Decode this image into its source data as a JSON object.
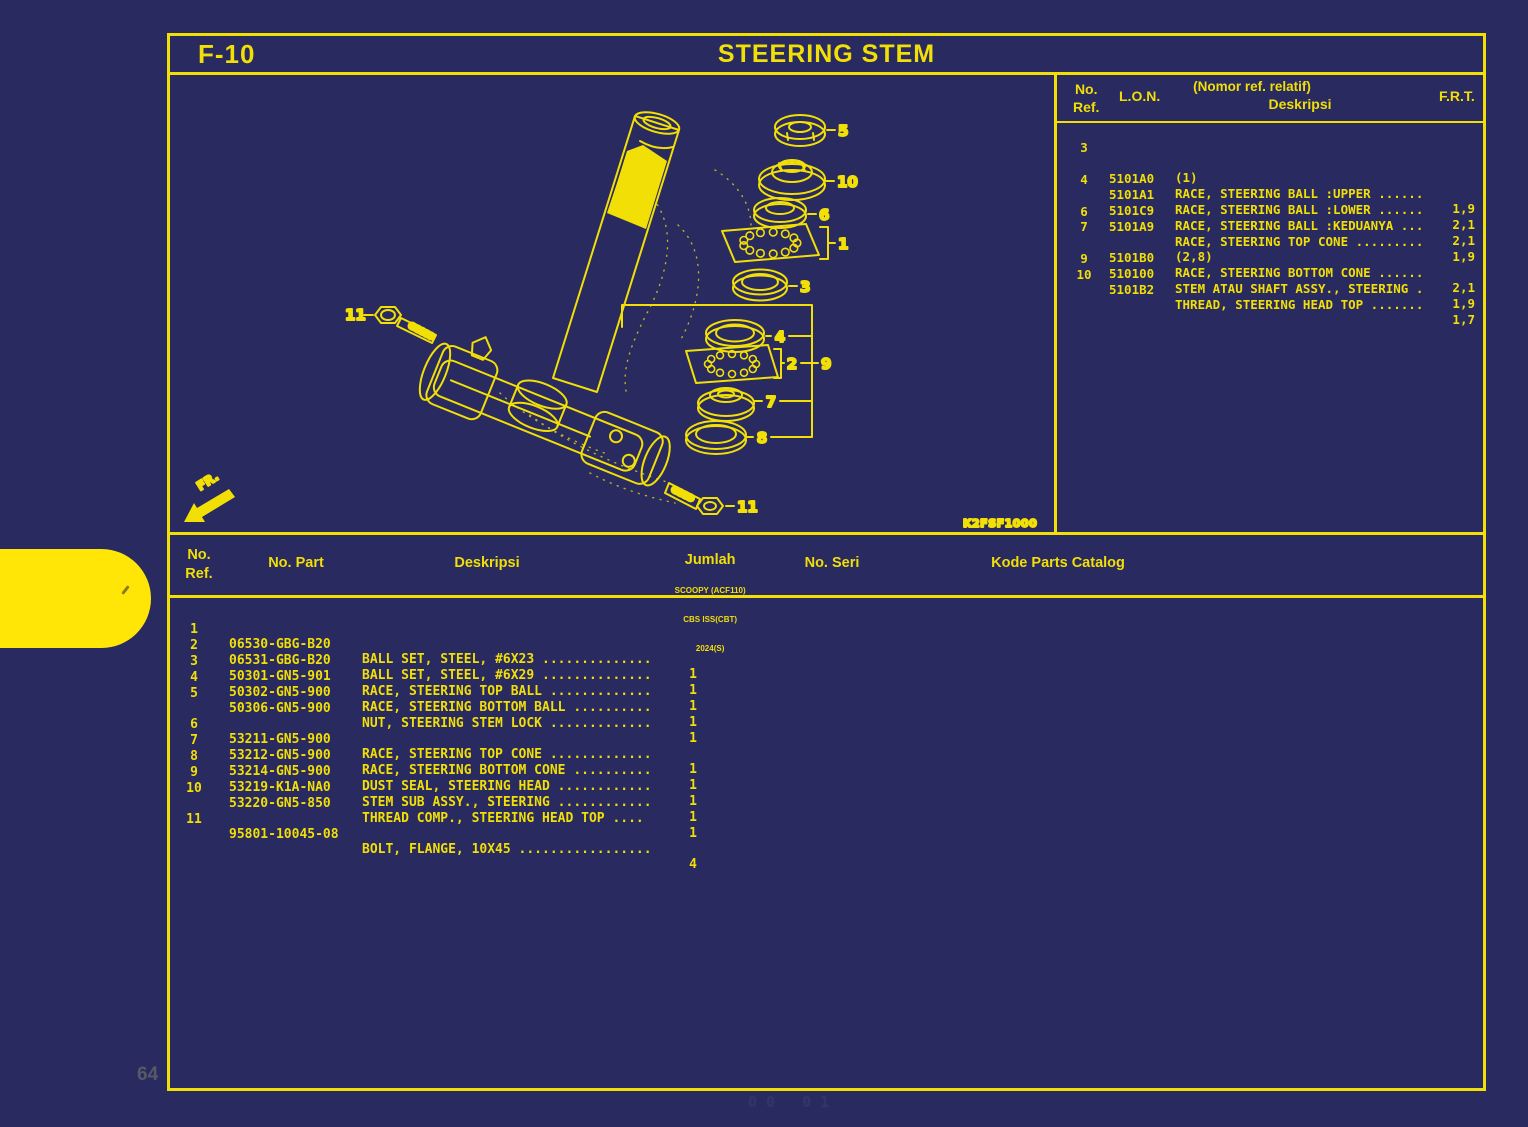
{
  "header": {
    "code": "F-10",
    "title": "STEERING STEM"
  },
  "colors": {
    "bg": "#282A60",
    "accent": "#F2DF06",
    "tab_yellow": "#FFE606",
    "page_number_gray": "#5E5E68",
    "watermark_blue": "#3E4274"
  },
  "diagram": {
    "code": "K2FSF1000",
    "fr_label": "FR.",
    "callouts": {
      "c1": "1",
      "c2": "2",
      "c3": "3",
      "c4": "4",
      "c5": "5",
      "c6": "6",
      "c7": "7",
      "c8": "8",
      "c9": "9",
      "c10": "10",
      "c11a": "11",
      "c11b": "11"
    }
  },
  "ref_table": {
    "header": {
      "no_ref_line1": "No.",
      "no_ref_line2": "Ref.",
      "lon": "L.O.N.",
      "desc_note": "(Nomor ref. relatif)",
      "desc": "Deskripsi",
      "frt": "F.R.T."
    },
    "rows": [
      {
        "ref": "3",
        "lon": "",
        "desc": "(1)",
        "frt": ""
      },
      {
        "ref": "",
        "lon": "5101A0",
        "desc": "RACE, STEERING BALL :UPPER ......",
        "frt": "1,9"
      },
      {
        "ref": "4",
        "lon": "5101A1",
        "desc": "RACE, STEERING BALL :LOWER ......",
        "frt": "2,1"
      },
      {
        "ref": "",
        "lon": "5101C9",
        "desc": "RACE, STEERING BALL :KEDUANYA ...",
        "frt": "2,1"
      },
      {
        "ref": "6",
        "lon": "5101A9",
        "desc": "RACE, STEERING TOP CONE .........",
        "frt": "1,9"
      },
      {
        "ref": "7",
        "lon": "",
        "desc": "(2,8)",
        "frt": ""
      },
      {
        "ref": "",
        "lon": "5101B0",
        "desc": "RACE, STEERING BOTTOM CONE ......",
        "frt": "2,1"
      },
      {
        "ref": "9",
        "lon": "510100",
        "desc": "STEM ATAU SHAFT ASSY., STEERING .",
        "frt": "1,9"
      },
      {
        "ref": "10",
        "lon": "5101B2",
        "desc": "THREAD, STEERING HEAD TOP .......",
        "frt": "1,7"
      }
    ]
  },
  "parts_table": {
    "header": {
      "no_ref_line1": "No.",
      "no_ref_line2": "Ref.",
      "part": "No. Part",
      "desc": "Deskripsi",
      "jumlah": "Jumlah",
      "jumlah_sub1": "SCOOPY (ACF110)",
      "jumlah_sub2": "CBS ISS(CBT)",
      "jumlah_sub3": "2024(S)",
      "seri": "No. Seri",
      "catalog": "Kode Parts Catalog"
    },
    "rows": [
      {
        "ref": "1",
        "part": "06530-GBG-B20",
        "desc": "BALL SET, STEEL, #6X23 ..............",
        "qty": "1",
        "gap": false
      },
      {
        "ref": "2",
        "part": "06531-GBG-B20",
        "desc": "BALL SET, STEEL, #6X29 ..............",
        "qty": "1",
        "gap": false
      },
      {
        "ref": "3",
        "part": "50301-GN5-901",
        "desc": "RACE, STEERING TOP BALL .............",
        "qty": "1",
        "gap": false
      },
      {
        "ref": "4",
        "part": "50302-GN5-900",
        "desc": "RACE, STEERING BOTTOM BALL ..........",
        "qty": "1",
        "gap": false
      },
      {
        "ref": "5",
        "part": "50306-GN5-900",
        "desc": "NUT, STEERING STEM LOCK .............",
        "qty": "1",
        "gap": false
      },
      {
        "ref": "6",
        "part": "53211-GN5-900",
        "desc": "RACE, STEERING TOP CONE .............",
        "qty": "1",
        "gap": true
      },
      {
        "ref": "7",
        "part": "53212-GN5-900",
        "desc": "RACE, STEERING BOTTOM CONE ..........",
        "qty": "1",
        "gap": false
      },
      {
        "ref": "8",
        "part": "53214-GN5-900",
        "desc": "DUST SEAL, STEERING HEAD ............",
        "qty": "1",
        "gap": false
      },
      {
        "ref": "9",
        "part": "53219-K1A-NA0",
        "desc": "STEM SUB ASSY., STEERING ............",
        "qty": "1",
        "gap": false
      },
      {
        "ref": "10",
        "part": "53220-GN5-850",
        "desc": "THREAD COMP., STEERING HEAD TOP ....",
        "qty": "1",
        "gap": false
      },
      {
        "ref": "11",
        "part": "95801-10045-08",
        "desc": "BOLT, FLANGE, 10X45 .................",
        "qty": "4",
        "gap": true
      }
    ]
  },
  "footer": {
    "page_number": "64",
    "watermark": "00 01"
  }
}
